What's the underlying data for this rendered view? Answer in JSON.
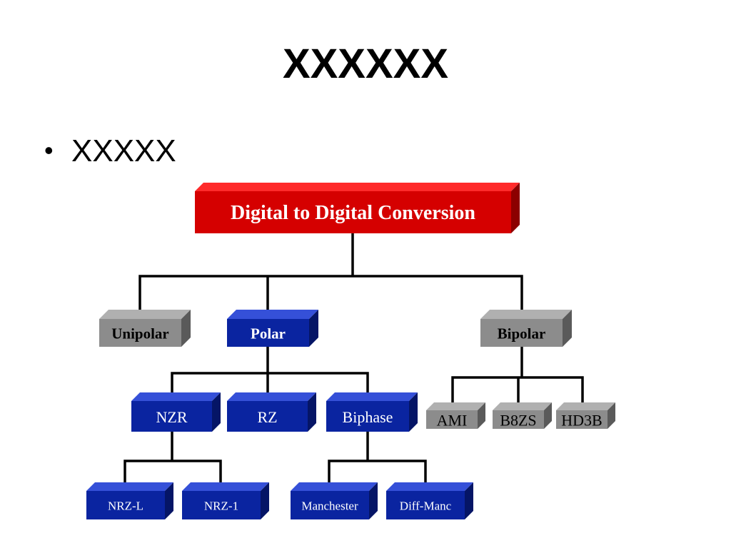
{
  "slide": {
    "title": "XXXXXX",
    "bullet": "XXXXX"
  },
  "diagram": {
    "root": "Digital to Digital Conversion",
    "categories": {
      "unipolar": "Unipolar",
      "polar": "Polar",
      "bipolar": "Bipolar"
    },
    "polar_children": {
      "nzr": "NZR",
      "rz": "RZ",
      "biphase": "Biphase"
    },
    "nzr_children": {
      "nrz_l": "NRZ-L",
      "nrz_1": "NRZ-1"
    },
    "biphase_children": {
      "manchester": "Manchester",
      "diff_manc": "Diff-Manc"
    },
    "bipolar_children": {
      "ami": "AMI",
      "b8zs": "B8ZS",
      "hd3b": "HD3B"
    },
    "colors": {
      "root_front": "#d50000",
      "root_top": "#ff2a2a",
      "root_side": "#8c0000",
      "blue_front": "#0a24a0",
      "blue_top": "#3550d8",
      "blue_side": "#051566",
      "gray_front": "#8c8c8c",
      "gray_top": "#b0b0b0",
      "gray_side": "#5a5a5a",
      "connector": "#000000"
    }
  }
}
